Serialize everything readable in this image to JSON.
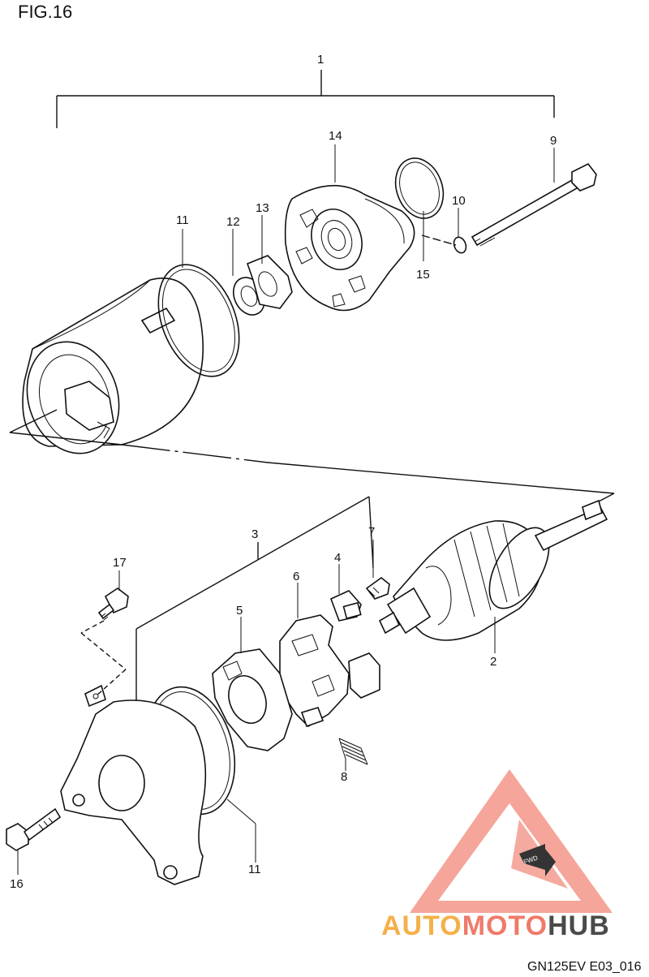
{
  "figure": {
    "title": "FIG.16",
    "code": "GN125EV E03_016"
  },
  "callouts": {
    "c1": "1",
    "c2": "2",
    "c3": "3",
    "c4": "4",
    "c5": "5",
    "c6": "6",
    "c7": "7",
    "c8": "8",
    "c9": "9",
    "c10": "10",
    "c11_top": "11",
    "c11_bottom": "11",
    "c12": "12",
    "c13": "13",
    "c14": "14",
    "c15": "15",
    "c16": "16",
    "c17": "17"
  },
  "fwd_label": "FWD",
  "watermark": {
    "part1": "AUTO",
    "part2": "MOTO",
    "part3": "HUB",
    "color_orange": "#f5b04a",
    "color_red": "#f07a6a",
    "color_dark": "#4a4a4a"
  }
}
